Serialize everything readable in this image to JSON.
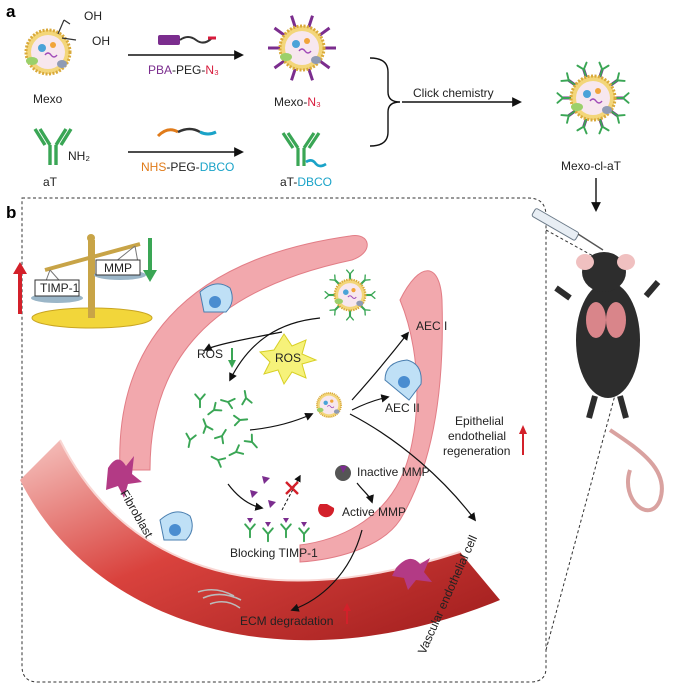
{
  "panel_a": {
    "letter": "a",
    "mexo": "Mexo",
    "oh_top": "OH",
    "oh_side": "OH",
    "at": "aT",
    "nh2": "NH₂",
    "reagent1": {
      "pba": "PBA",
      "sep1": "-PEG-",
      "n3": "N₃"
    },
    "reagent2": {
      "nhs": "NHS",
      "sep": "-PEG-",
      "dbco": "DBCO"
    },
    "mexo_n3": {
      "base": "Mexo-",
      "n3": "N₃"
    },
    "at_dbco": {
      "base": "aT-",
      "dbco": "DBCO"
    },
    "click": "Click chemistry",
    "product": "Mexo-cl-aT"
  },
  "panel_b": {
    "letter": "b",
    "timp1_box": "TIMP-1",
    "mmp_box": "MMP",
    "ros_star": "ROS",
    "ros_down": "ROS",
    "aec1": "AEC I",
    "aec2": "AEC II",
    "regen1": "Epithelial",
    "regen2": "endothelial",
    "regen3": "regeneration",
    "inactive_mmp": "Inactive MMP",
    "active_mmp": "Active MMP",
    "blocking": "Blocking TIMP-1",
    "ecm": "ECM degradation",
    "fibroblast": "Fibroblast",
    "vascular": "Vascular endothelial cell"
  },
  "colors": {
    "purple": "#7b2d8e",
    "red_n3": "#d81b3c",
    "orange_nhs": "#e07b1a",
    "cyan_dbco": "#1aa3c8",
    "antibody_green": "#3aa655",
    "up_red": "#d3202a",
    "down_green": "#3aa655",
    "vessel_red": "#c8322f",
    "membrane_pink": "#f2a8ad"
  }
}
